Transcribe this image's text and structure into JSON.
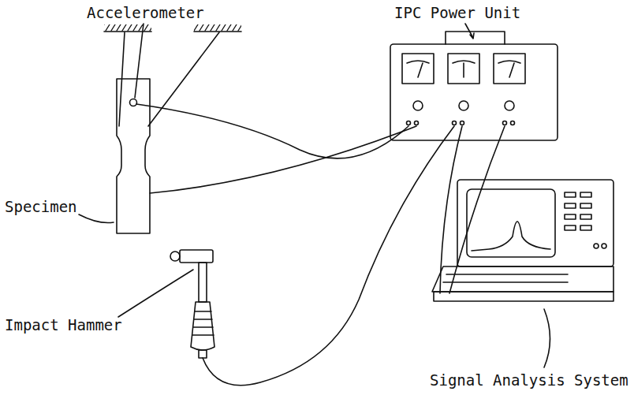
{
  "diagram": {
    "labels": [
      "Accelerometer",
      "IPC Power Unit",
      "Specimen",
      "Impact Hammer",
      "Signal Analysis System"
    ]
  }
}
